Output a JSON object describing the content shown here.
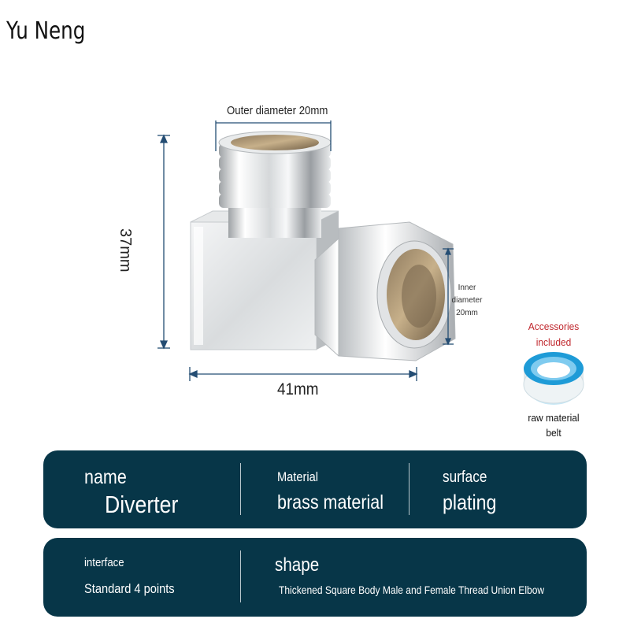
{
  "brand": "Yu Neng",
  "dimensions": {
    "outer_diameter": "Outer diameter 20mm",
    "height": "37mm",
    "width": "41mm",
    "inner_diameter_line1": "Inner",
    "inner_diameter_line2": "diameter",
    "inner_diameter_line3": "20mm"
  },
  "accessory": {
    "title_line1": "Accessories",
    "title_line2": "included",
    "caption_line1": "raw material",
    "caption_line2": "belt"
  },
  "specs": {
    "name_label": "name",
    "name_value": "Diverter",
    "material_label": "Material",
    "material_value": "brass material",
    "surface_label": "surface",
    "surface_value": "plating",
    "interface_label": "interface",
    "interface_value": "Standard 4 points",
    "shape_label": "shape",
    "shape_value": "Thickened Square Body Male and Female Thread Union Elbow"
  },
  "colors": {
    "panel_background": "#073648",
    "accessory_title": "#c0272d",
    "dimension_line": "#244d73"
  },
  "icons": [
    "elbow-fitting-image",
    "thread-seal-tape-image"
  ]
}
